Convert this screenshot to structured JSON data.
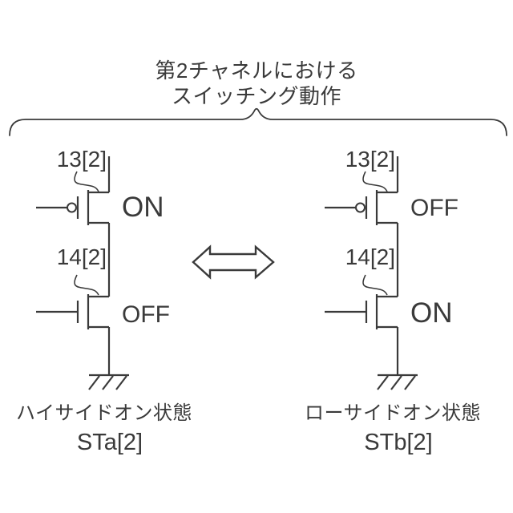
{
  "colors": {
    "ink": "#3a3a3a",
    "background": "#ffffff"
  },
  "title": {
    "line1": "第2チャネルにおける",
    "line2": "スイッチング動作"
  },
  "symbols": {
    "brace": "horizontal-curly-brace",
    "swap_arrow": "double-headed-outline-arrow",
    "ground": "earth-ground",
    "high_side_transistor": "pmos-gate-bubble",
    "low_side_transistor": "nmos"
  },
  "left_circuit": {
    "high_side_ref": "13[2]",
    "high_side_state": "ON",
    "low_side_ref": "14[2]",
    "low_side_state": "OFF",
    "caption": "ハイサイドオン状態",
    "state_label": "STa[2]"
  },
  "right_circuit": {
    "high_side_ref": "13[2]",
    "high_side_state": "OFF",
    "low_side_ref": "14[2]",
    "low_side_state": "ON",
    "caption": "ローサイドオン状態",
    "state_label": "STb[2]"
  }
}
